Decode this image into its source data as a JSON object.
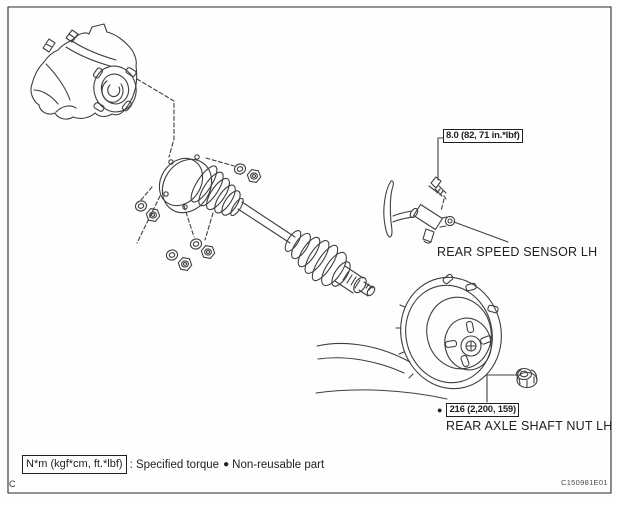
{
  "diagram": {
    "sensor_callout": {
      "torque": "8.0 (82, 71 in.*lbf)"
    },
    "sensor_label": "REAR SPEED SENSOR LH",
    "axle_callout": {
      "torque": "216 (2,200, 159)",
      "bullet": "●"
    },
    "axle_label": "REAR AXLE SHAFT NUT LH"
  },
  "legend": {
    "unit_box": "N*m (kgf*cm, ft.*lbf)",
    "specified_torque_label": ": Specified torque",
    "bullet": "●",
    "non_reusable_label": "Non-reusable part"
  },
  "footer": {
    "corner_mark": "C",
    "figure_code": "C150981E01"
  },
  "colors": {
    "line": "#3f3f3f",
    "text": "#1f1f1f"
  }
}
